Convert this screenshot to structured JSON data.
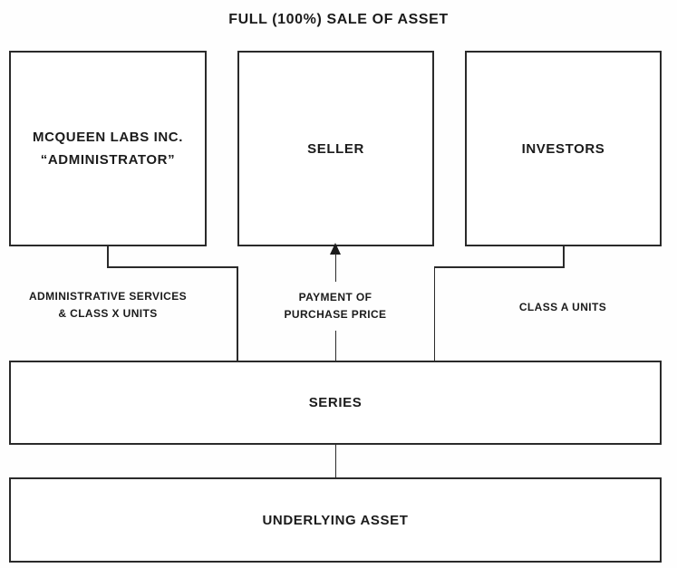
{
  "diagram": {
    "title": "FULL (100%) SALE OF ASSET",
    "nodes": {
      "administrator": {
        "line1": "MCQUEEN LABS INC.",
        "line2": "“ADMINISTRATOR”"
      },
      "seller": {
        "label": "SELLER"
      },
      "investors": {
        "label": "INVESTORS"
      },
      "series": {
        "label": "SERIES"
      },
      "underlying_asset": {
        "label": "UNDERLYING ASSET"
      }
    },
    "edges": {
      "administrator_to_series": {
        "line1": "ADMINISTRATIVE SERVICES",
        "line2": "& CLASS X UNITS"
      },
      "series_to_seller": {
        "line1": "PAYMENT OF",
        "line2": "PURCHASE PRICE",
        "direction": "arrow-up-into-seller"
      },
      "investors_to_series": {
        "label": "CLASS A UNITS"
      }
    },
    "colors": {
      "line": "#2a2a2a",
      "text": "#1b1b1b",
      "background": "#ffffff"
    }
  }
}
